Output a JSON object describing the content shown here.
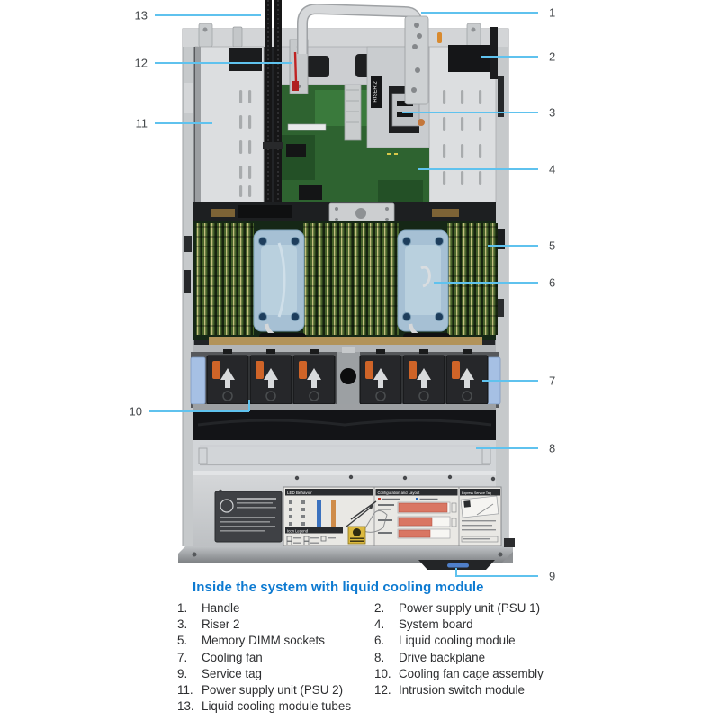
{
  "figure_caption": {
    "text": "Inside the system with liquid cooling module",
    "color": "#0d7ad1"
  },
  "callouts": {
    "line_color": "#5fc2ee",
    "left": [
      {
        "num": "13"
      },
      {
        "num": "12"
      },
      {
        "num": "11"
      },
      {
        "num": "10"
      }
    ],
    "right": [
      {
        "num": "1"
      },
      {
        "num": "2"
      },
      {
        "num": "3"
      },
      {
        "num": "4"
      },
      {
        "num": "5"
      },
      {
        "num": "6"
      },
      {
        "num": "7"
      },
      {
        "num": "8"
      },
      {
        "num": "9"
      }
    ]
  },
  "diagram": {
    "riser_label": "RISER 2",
    "info_label_sections": {
      "led": "LED Behavior",
      "config": "Configuration and Layout",
      "service": "Express Service Tag",
      "icons": "Icon Legend"
    },
    "colors": {
      "callout_line": "#5fc2ee",
      "pcb_green": "#2e6330",
      "cold_plate_blue": "#a6c0d4",
      "fan_black": "#26272a",
      "accent_orange": "#cf6428",
      "touchpoint_blue": "#a6c0e4",
      "service_tag_blue": "#4f7fc9",
      "warning_yellow": "#dcb93e",
      "config_red": "#d97663"
    }
  },
  "legend": {
    "items": [
      {
        "num": "1.",
        "label": "Handle"
      },
      {
        "num": "2.",
        "label": "Power supply unit (PSU 1)"
      },
      {
        "num": "3.",
        "label": "Riser 2"
      },
      {
        "num": "4.",
        "label": "System board"
      },
      {
        "num": "5.",
        "label": "Memory DIMM sockets"
      },
      {
        "num": "6.",
        "label": "Liquid cooling module"
      },
      {
        "num": "7.",
        "label": "Cooling fan"
      },
      {
        "num": "8.",
        "label": "Drive backplane"
      },
      {
        "num": "9.",
        "label": "Service tag"
      },
      {
        "num": "10.",
        "label": "Cooling fan cage assembly"
      },
      {
        "num": "11.",
        "label": "Power supply unit (PSU 2)"
      },
      {
        "num": "12.",
        "label": "Intrusion switch module"
      },
      {
        "num": "13.",
        "label": "Liquid cooling module tubes"
      }
    ]
  }
}
